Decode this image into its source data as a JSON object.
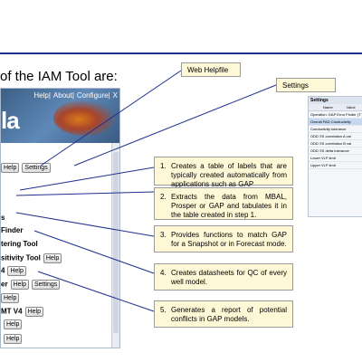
{
  "slide": {
    "title": "of the IAM Tool are:"
  },
  "tool_window": {
    "menu": [
      "Help",
      "About",
      "Configure",
      "X"
    ],
    "logo": "la",
    "items": [
      {
        "label": "",
        "buttons": [
          "Help",
          "Settings"
        ]
      },
      {
        "label": "s",
        "buttons": []
      },
      {
        "label": "Finder",
        "buttons": []
      },
      {
        "label": "tering Tool",
        "buttons": []
      },
      {
        "label": "sitivity Tool",
        "buttons": [
          "Help"
        ]
      },
      {
        "label": "4",
        "buttons": [
          "Help"
        ]
      },
      {
        "label": "er",
        "buttons": [
          "Help",
          "Settings"
        ]
      },
      {
        "label": "",
        "buttons": [
          "Help"
        ]
      },
      {
        "label": "MT V4",
        "buttons": [
          "Help"
        ]
      },
      {
        "label": "",
        "buttons": [
          "Help"
        ]
      },
      {
        "label": "",
        "buttons": [
          "Help"
        ]
      }
    ]
  },
  "labels": {
    "web_helpfile": "Web Helpfile",
    "settings": "Settings"
  },
  "callouts": [
    {
      "num": "1.",
      "text": "Creates a table of labels that are typically created automatically from applications such as GAP"
    },
    {
      "num": "2.",
      "text": "Extracts the data from MBAL, Prosper or GAP and tabulates it in the table created in step 1."
    },
    {
      "num": "3.",
      "text": "Provides functions to match GAP for a Snapshot or in Forecast mode."
    },
    {
      "num": "4.",
      "text": "Creates datasheets for QC of every well model."
    },
    {
      "num": "5.",
      "text": "Generates a report of potential conflicts in GAP models."
    }
  ],
  "settings_panel": {
    "title": "Settings",
    "columns": [
      "Name",
      "Value"
    ],
    "rows": [
      "Operation: GAP Error Finder (T V",
      "Overall PAD Conductivity",
      "Conductivity tolerance",
      "ODD SS correlation A val",
      "ODD SS correlation B val",
      "ODD SS delta tolerance",
      "Lower VLP limit",
      "Upper VLP limit"
    ]
  }
}
